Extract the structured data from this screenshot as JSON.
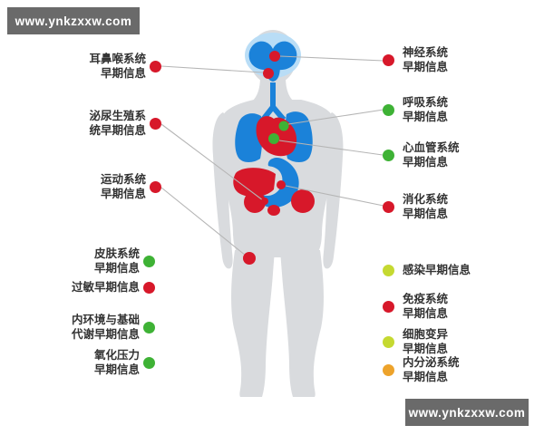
{
  "watermark": {
    "text": "www.ynkzxxw.com"
  },
  "colors": {
    "red": "#d7182a",
    "green": "#3eb235",
    "yellow_green": "#c5d931",
    "orange": "#eda32b",
    "organ_blue": "#1b82d9",
    "glow_blue": "#b9ddf6",
    "body": "#d9dbde",
    "line": "#b5b5b5",
    "text": "#333333"
  },
  "left_labels": [
    {
      "lines": [
        "耳鼻喉系统",
        "早期信息"
      ],
      "color_name": "red",
      "color": "#d7182a"
    },
    {
      "lines": [
        "泌尿生殖系",
        "统早期信息"
      ],
      "color_name": "red",
      "color": "#d7182a"
    },
    {
      "lines": [
        "运动系统",
        "早期信息"
      ],
      "color_name": "red",
      "color": "#d7182a"
    },
    {
      "lines": [
        "皮肤系统",
        "早期信息"
      ],
      "color_name": "green",
      "color": "#3eb235"
    },
    {
      "lines": [
        "过敏早期信息"
      ],
      "color_name": "red",
      "color": "#d7182a"
    },
    {
      "lines": [
        "内环境与基础",
        "代谢早期信息"
      ],
      "color_name": "green",
      "color": "#3eb235"
    },
    {
      "lines": [
        "氧化压力",
        "早期信息"
      ],
      "color_name": "green",
      "color": "#3eb235"
    }
  ],
  "right_labels": [
    {
      "lines": [
        "神经系统",
        "早期信息"
      ],
      "color_name": "red",
      "color": "#d7182a"
    },
    {
      "lines": [
        "呼吸系统",
        "早期信息"
      ],
      "color_name": "green",
      "color": "#3eb235"
    },
    {
      "lines": [
        "心血管系统",
        "早期信息"
      ],
      "color_name": "green",
      "color": "#3eb235"
    },
    {
      "lines": [
        "消化系统",
        "早期信息"
      ],
      "color_name": "red",
      "color": "#d7182a"
    },
    {
      "lines": [
        "感染早期信息"
      ],
      "color_name": "yellow_green",
      "color": "#c5d931"
    },
    {
      "lines": [
        "免疫系统",
        "早期信息"
      ],
      "color_name": "red",
      "color": "#d7182a"
    },
    {
      "lines": [
        "细胞变异",
        "早期信息"
      ],
      "color_name": "yellow_green",
      "color": "#c5d931"
    },
    {
      "lines": [
        "内分泌系统",
        "早期信息"
      ],
      "color_name": "orange",
      "color": "#eda32b"
    }
  ]
}
